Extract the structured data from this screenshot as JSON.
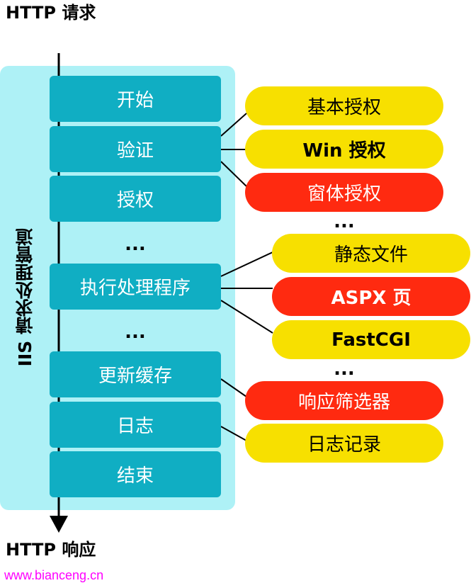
{
  "request_title": "HTTP  请求",
  "response_title": "HTTP  响应",
  "pipeline_label": "IIS  请求处理管道",
  "stages": [
    {
      "label": "开始"
    },
    {
      "label": "验证"
    },
    {
      "label": "授权"
    },
    {
      "label": "..."
    },
    {
      "label": "执行处理程序"
    },
    {
      "label": "..."
    },
    {
      "label": "更新缓存"
    },
    {
      "label": "日志"
    },
    {
      "label": "结束"
    }
  ],
  "modules": [
    {
      "label": "基本授权",
      "color": "#f7e000"
    },
    {
      "label": "Win  授权",
      "color": "#f7e000"
    },
    {
      "label": "窗体授权",
      "color": "#ff2a10"
    },
    {
      "label": "..."
    },
    {
      "label": "静态文件",
      "color": "#f7e000"
    },
    {
      "label": "ASPX  页",
      "color": "#ff2a10"
    },
    {
      "label": "FastCGI",
      "color": "#f7e000"
    },
    {
      "label": "..."
    },
    {
      "label": "响应筛选器",
      "color": "#ff2a10"
    },
    {
      "label": "日志记录",
      "color": "#f7e000"
    }
  ],
  "footer_url": "www.bianceng.cn"
}
